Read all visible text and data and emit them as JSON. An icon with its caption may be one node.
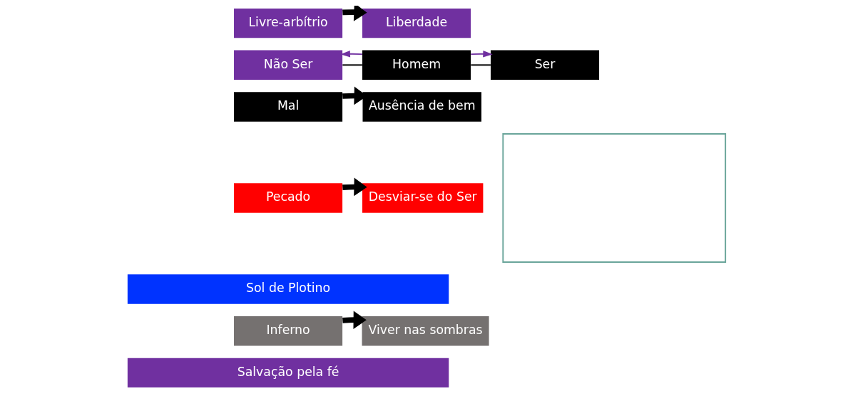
{
  "diagram": {
    "nodes": [
      {
        "text": [
          "Livre-arbítrio"
        ]
      },
      {
        "text": [
          "Liberdade"
        ]
      },
      {
        "text": [
          "Não Ser"
        ]
      },
      {
        "text": [
          "Homem"
        ]
      },
      {
        "text": [
          "Ser"
        ]
      },
      {
        "text": [
          "Mal"
        ]
      },
      {
        "text": [
          "Ausência de bem"
        ]
      },
      {
        "text": [
          "Pecado"
        ]
      },
      {
        "text": [
          "Desviar-se do Ser"
        ]
      },
      {
        "text": [
          "Sol de Plotino"
        ]
      },
      {
        "text": [
          "Inferno"
        ]
      },
      {
        "text": [
          "Viver nas sombras"
        ]
      },
      {
        "text": [
          "Salvação pela fé"
        ]
      },
      {
        "text": [],
        "shape": "box"
      }
    ],
    "edges": [
      {
        "from": 0,
        "to": 1,
        "arrow": "to",
        "style": "thick"
      },
      {
        "from": 3,
        "to": 2,
        "arrow": "none"
      },
      {
        "from": 3,
        "to": 4,
        "arrow": "none"
      },
      {
        "from": 3,
        "to": 2,
        "arrow": "to",
        "color": "#7030a0"
      },
      {
        "from": 3,
        "to": 4,
        "arrow": "to",
        "color": "#7030a0"
      },
      {
        "from": 5,
        "to": 6,
        "arrow": "to",
        "style": "thick"
      },
      {
        "from": 7,
        "to": 8,
        "arrow": "to",
        "style": "thick"
      },
      {
        "from": 10,
        "to": 11,
        "arrow": "to",
        "style": "thick"
      }
    ]
  }
}
